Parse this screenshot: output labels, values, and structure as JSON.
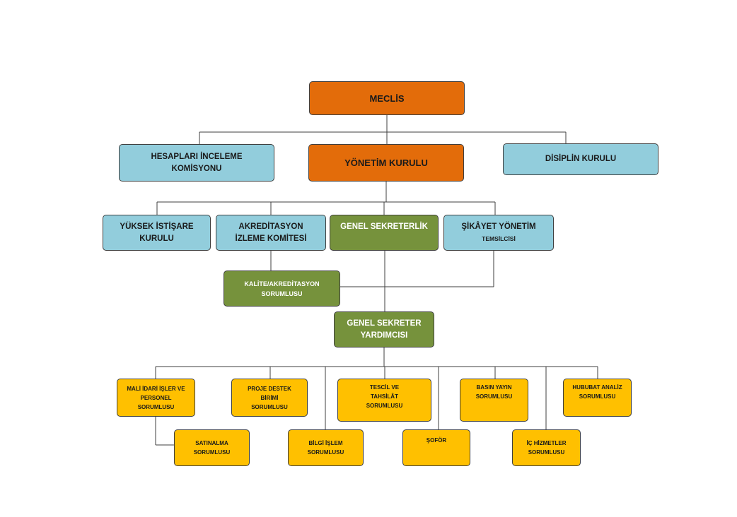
{
  "boxes": {
    "meclis": "MECLİS",
    "hesaplari": "HESAPLARI İNCELEME KOMİSYONU",
    "yonetim": "YÖNETİM KURULU",
    "disiplin": "DİSİPLİN KURULU",
    "yuksek": "YÜKSEK İSTİŞARE KURULU",
    "akreditasyon": "AKREDİTASYON İZLEME KOMİTESİ",
    "genel_sekreterlik": "GENEL SEKRETERLİK",
    "sikayet": "ŞİKÂYET YÖNETİM",
    "sikayet_sub": "TEMSİLCİSİ",
    "kalite": "KALİTE/AKREDİTASYON SORUMLUSU",
    "gs_yardimcisi": "GENEL SEKRETER YARDIMCISI",
    "mali": "MALİ İDARİ İŞLER VE PERSONEL SORUMLUSU",
    "proje": "PROJE DESTEK BİRİMİ SORUMLUSU",
    "tescil": "TESCİL VE TAHSİLÂT SORUMLUSU",
    "basin": "BASIN YAYIN SORUMLUSU",
    "hububat": "HUBUBAT ANALİZ SORUMLUSU",
    "satinalma": "SATINALMA SORUMLUSU",
    "bilgi": "BİLGİ İŞLEM SORUMLUSU",
    "sofor": "ŞOFÖR",
    "ic_hizmetler": "İÇ HİZMETLER SORUMLUSU"
  },
  "colors": {
    "orange": "#e36c0a",
    "blue": "#92cddc",
    "green": "#76923c",
    "yellow": "#ffc000",
    "line": "#3f3f3f"
  }
}
